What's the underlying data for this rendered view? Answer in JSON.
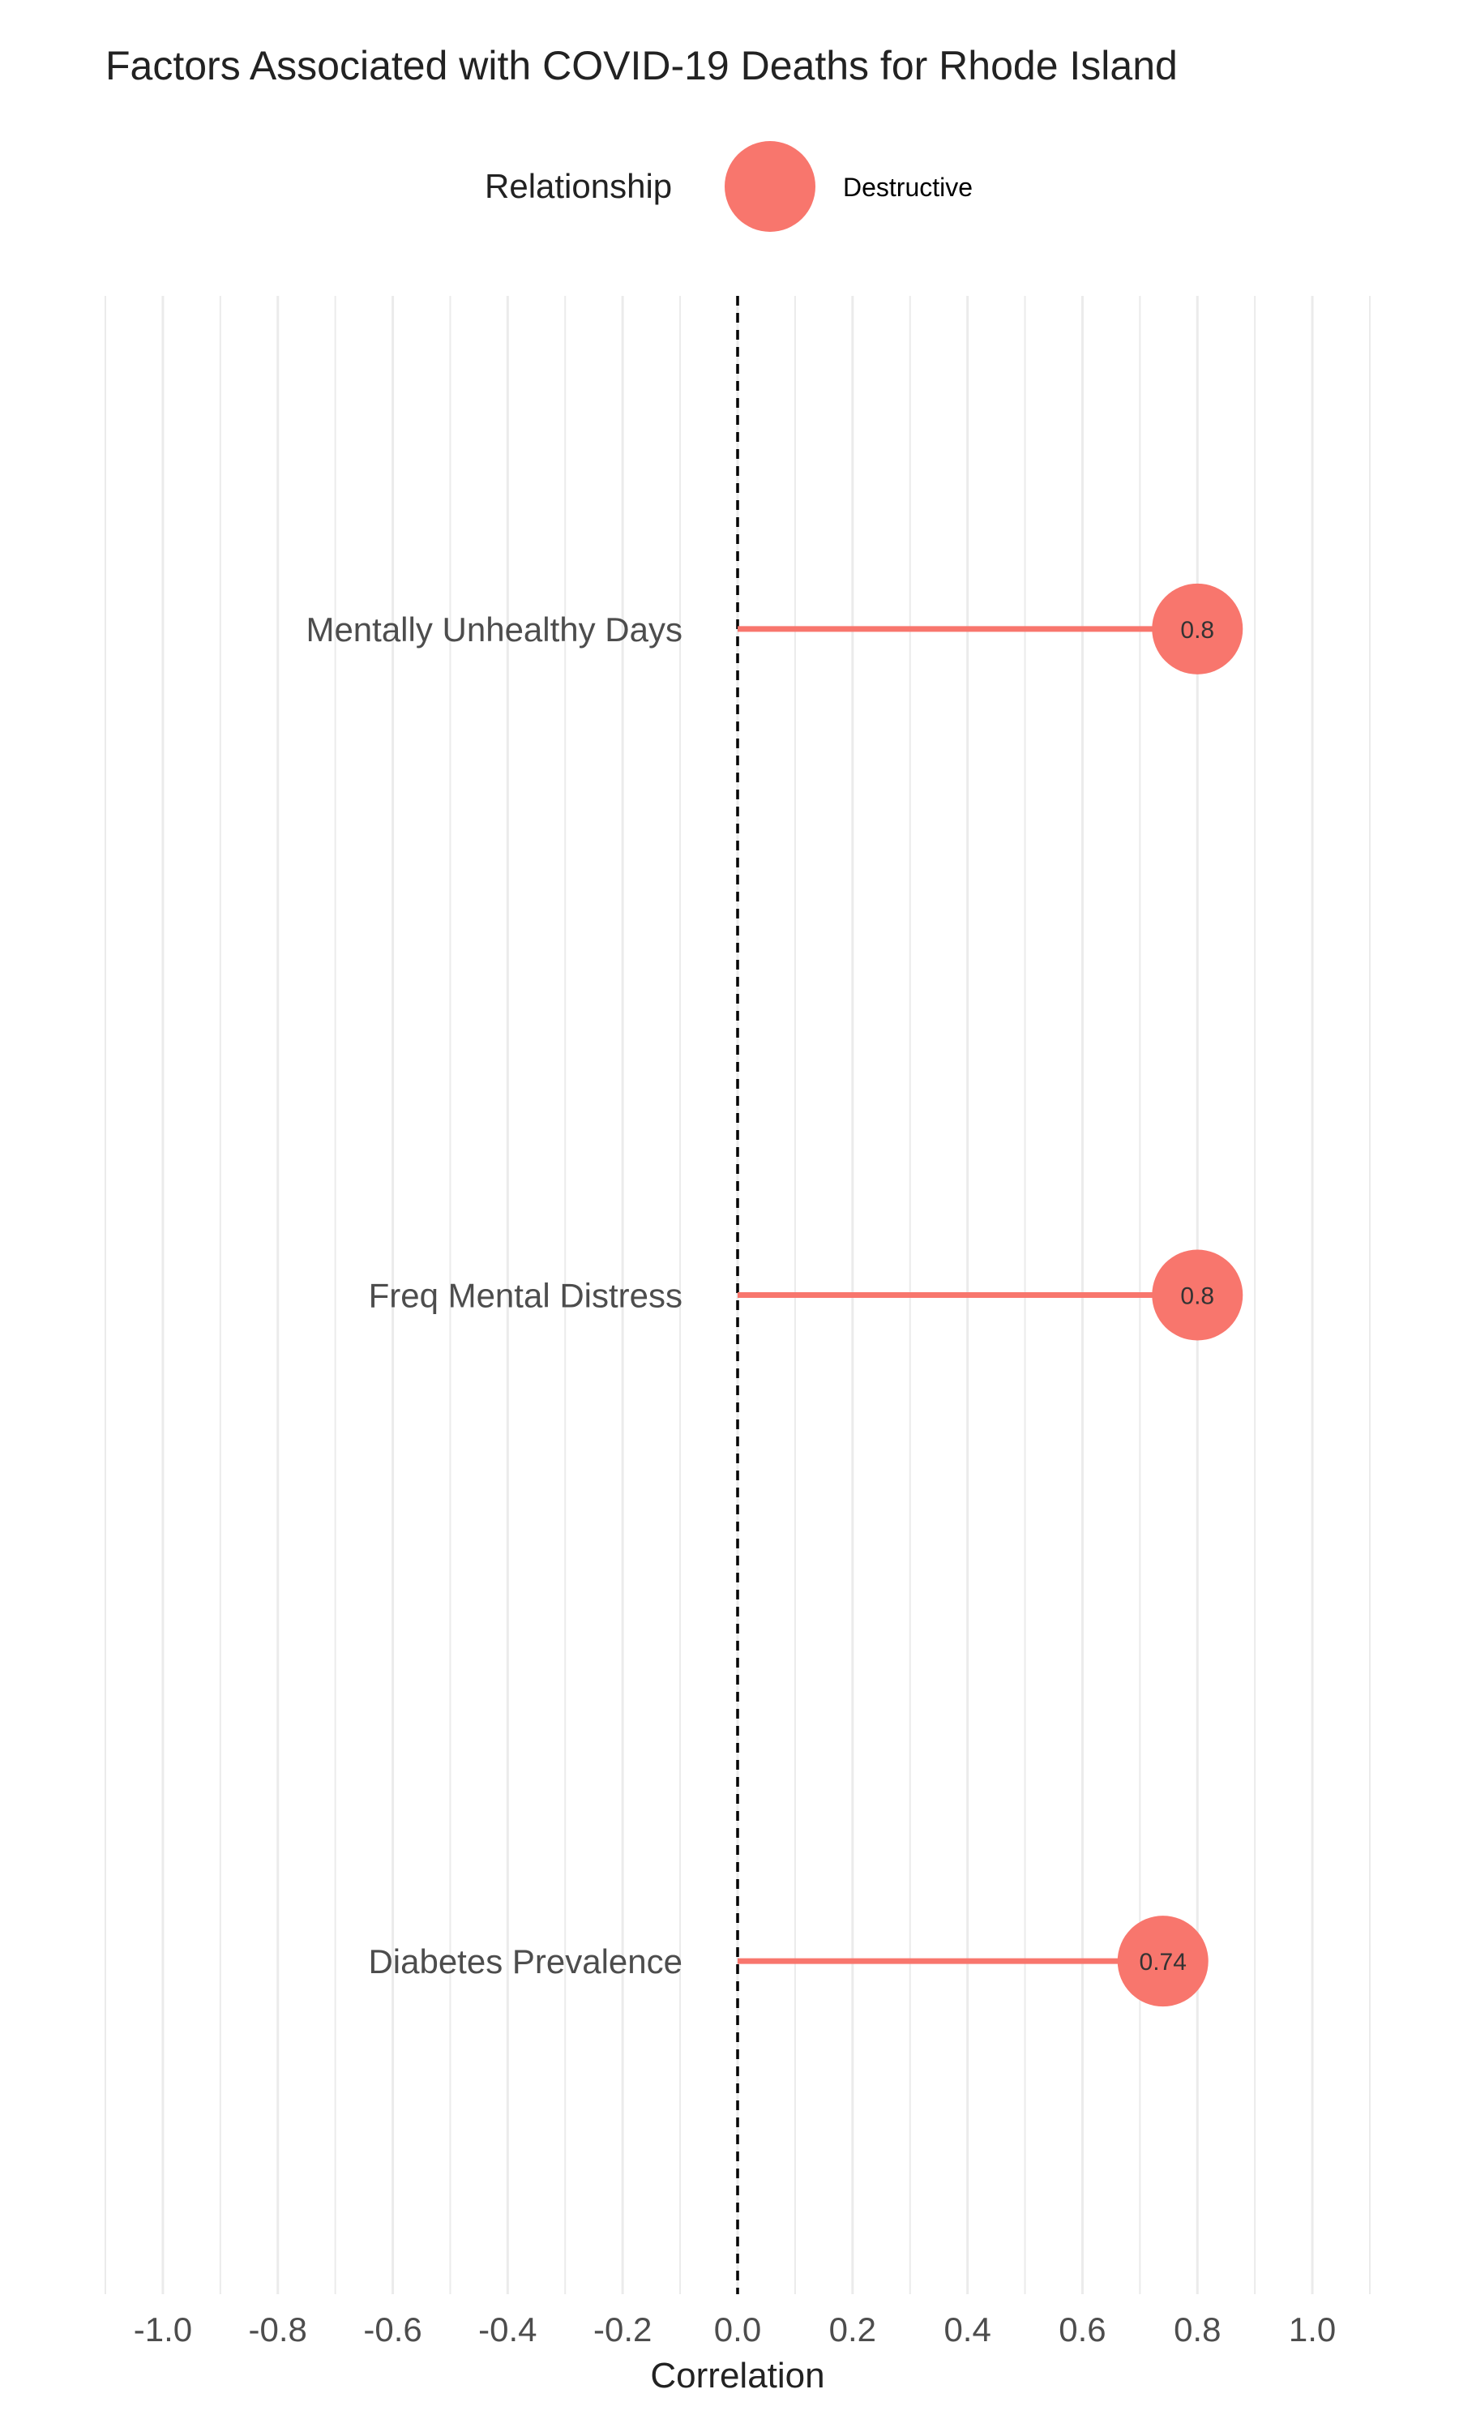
{
  "chart_data": {
    "type": "lollipop",
    "title": "Factors Associated with COVID-19 Deaths for Rhode Island",
    "xlabel": "Correlation",
    "ylabel": "",
    "xlim": [
      -1.1,
      1.1
    ],
    "x_ticks": [
      "-1.0",
      "-0.8",
      "-0.6",
      "-0.4",
      "-0.2",
      "0.0",
      "0.2",
      "0.4",
      "0.6",
      "0.8",
      "1.0"
    ],
    "x_tick_values": [
      -1.0,
      -0.8,
      -0.6,
      -0.4,
      -0.2,
      0.0,
      0.2,
      0.4,
      0.6,
      0.8,
      1.0
    ],
    "reference_line": 0.0,
    "grid": true,
    "legend": {
      "title": "Relationship",
      "position": "top",
      "entries": [
        {
          "label": "Destructive",
          "color": "#F8766D"
        }
      ]
    },
    "categories": [
      "Mentally Unhealthy Days",
      "Freq Mental Distress",
      "Diabetes Prevalence"
    ],
    "values": [
      0.8,
      0.8,
      0.74
    ],
    "value_labels": [
      "0.8",
      "0.8",
      "0.74"
    ],
    "colors": {
      "destructive": "#F8766D",
      "grid": "#ebebeb",
      "reference": "#000000"
    }
  }
}
